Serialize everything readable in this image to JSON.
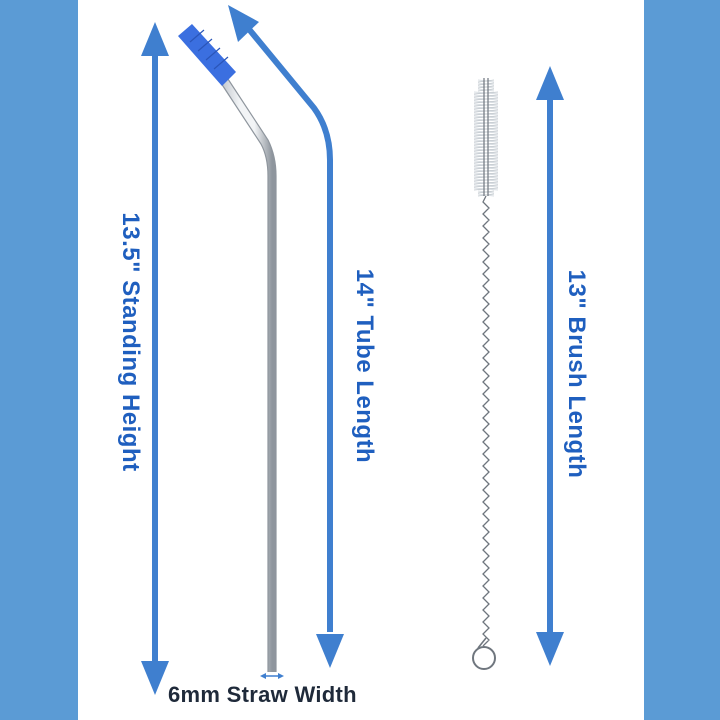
{
  "colors": {
    "band": "#5b9bd5",
    "arrow": "#3f7fcf",
    "label": "#1f5fbf",
    "tip": "#3b6fe0",
    "steel_light": "#f2f4f6",
    "steel_mid": "#c4c9cf",
    "steel_dark": "#8e959d",
    "bristle": "#d8dde2",
    "wire": "#6f767e"
  },
  "labels": {
    "standing_height": "13.5\" Standing Height",
    "tube_length": "14\" Tube Length",
    "brush_length": "13\" Brush Length",
    "straw_width": "6mm Straw Width"
  },
  "icons": {
    "straw": "bent-straw-icon",
    "brush": "cleaning-brush-icon",
    "arrow": "double-arrow-icon"
  }
}
